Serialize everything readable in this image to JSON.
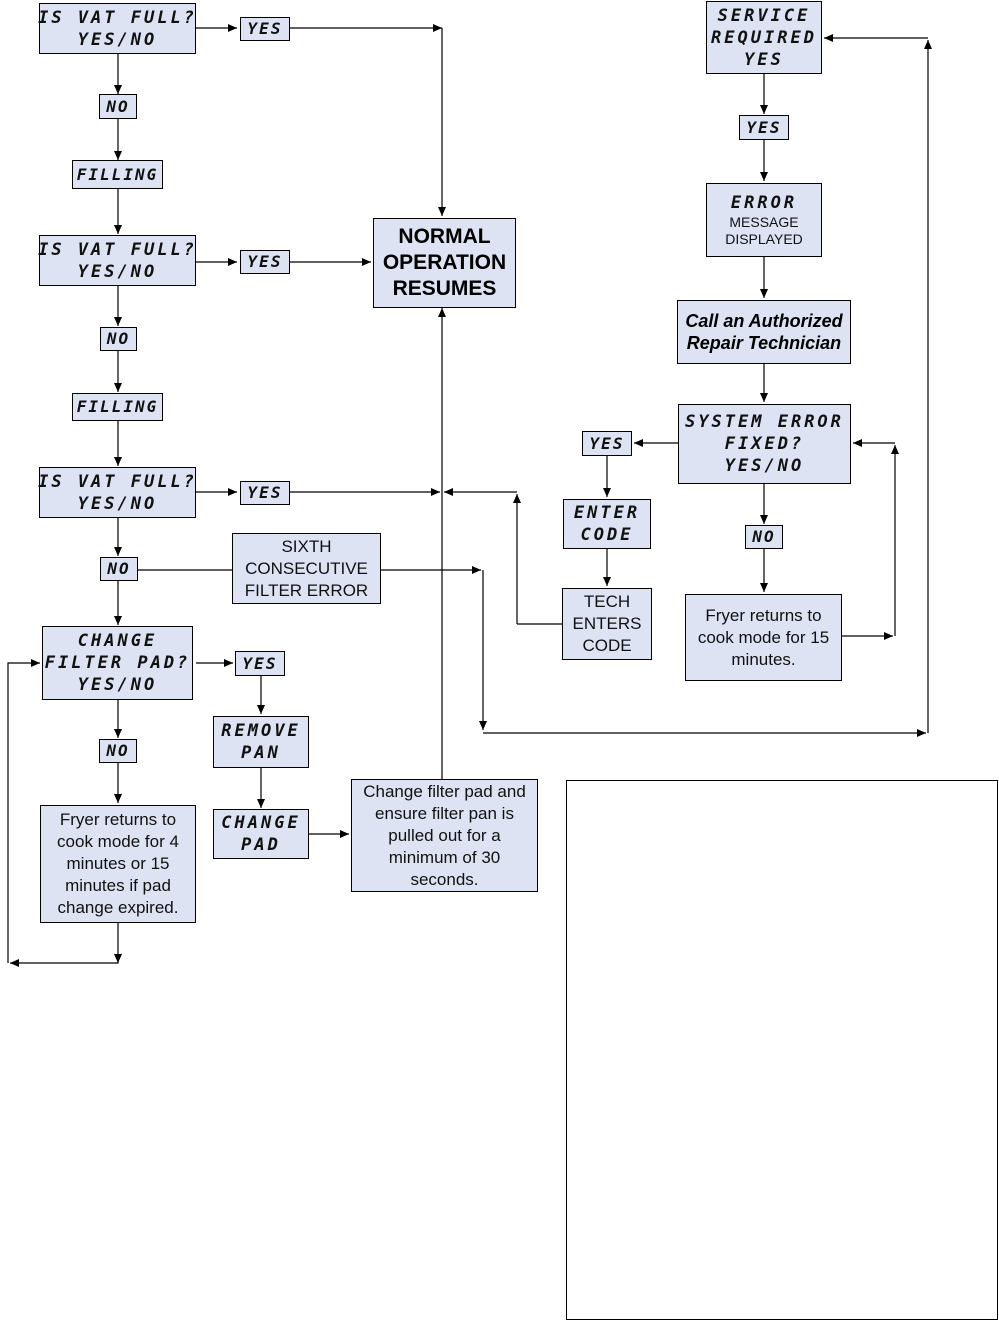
{
  "nodes": {
    "vat_full_1": [
      "IS VAT FULL?",
      "YES/NO"
    ],
    "yes_1": "YES",
    "no_1": "NO",
    "filling_1": "FILLING",
    "vat_full_2": [
      "IS VAT FULL?",
      "YES/NO"
    ],
    "yes_2": "YES",
    "no_2": "NO",
    "filling_2": "FILLING",
    "vat_full_3": [
      "IS VAT FULL?",
      "YES/NO"
    ],
    "yes_3": "YES",
    "no_3": "NO",
    "sixth_error": [
      "SIXTH",
      "CONSECUTIVE",
      "FILTER ERROR"
    ],
    "change_filter_pad": [
      "CHANGE",
      "FILTER PAD?",
      "YES/NO"
    ],
    "yes_4": "YES",
    "no_4": "NO",
    "remove_pan": [
      "REMOVE",
      "PAN"
    ],
    "change_pad": [
      "CHANGE",
      "PAD"
    ],
    "change_filter_instr": [
      "Change filter pad and",
      "ensure filter pan is",
      "pulled out for a",
      "minimum of 30",
      "seconds."
    ],
    "fryer_returns_4": [
      "Fryer returns to",
      "cook mode for 4",
      "minutes or 15",
      "minutes if pad",
      "change expired."
    ],
    "normal_operation": [
      "NORMAL",
      "OPERATION",
      "RESUMES"
    ],
    "service_required": [
      "SERVICE",
      "REQUIRED",
      "YES"
    ],
    "yes_5": "YES",
    "error_title": "ERROR",
    "error_sub": [
      "MESSAGE",
      "DISPLAYED"
    ],
    "call_technician": [
      "Call an Authorized",
      "Repair Technician"
    ],
    "system_error_fixed": [
      "SYSTEM ERROR",
      "FIXED?",
      "YES/NO"
    ],
    "yes_6": "YES",
    "enter_code": [
      "ENTER",
      "CODE"
    ],
    "tech_enters_code": [
      "TECH",
      "ENTERS",
      "CODE"
    ],
    "no_6": "NO",
    "fryer_returns_15": [
      "Fryer returns to",
      "cook mode for 15",
      "minutes."
    ]
  },
  "colors": {
    "box_fill": "#dde3f3",
    "stroke": "#000000"
  }
}
